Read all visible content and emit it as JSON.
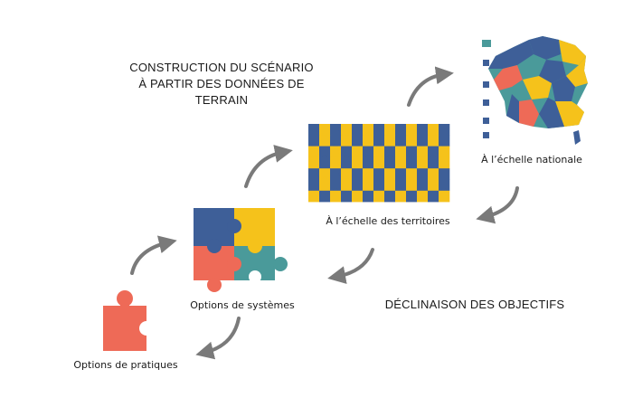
{
  "headings": {
    "top_line1": "CONSTRUCTION DU SCÉNARIO",
    "top_line2": "À PARTIR DES DONNÉES DE TERRAIN",
    "bottom": "DÉCLINAISON DES OBJECTIFS"
  },
  "captions": {
    "pratiques": "Options de pratiques",
    "systemes": "Options de systèmes",
    "territoires": "À l’échelle des territoires",
    "nationale": "À l’échelle nationale"
  },
  "colors": {
    "blue": "#3e5f98",
    "red": "#ee6a57",
    "yellow": "#f5c21b",
    "teal": "#4a9a9a",
    "arrow": "#7a7a7a"
  }
}
